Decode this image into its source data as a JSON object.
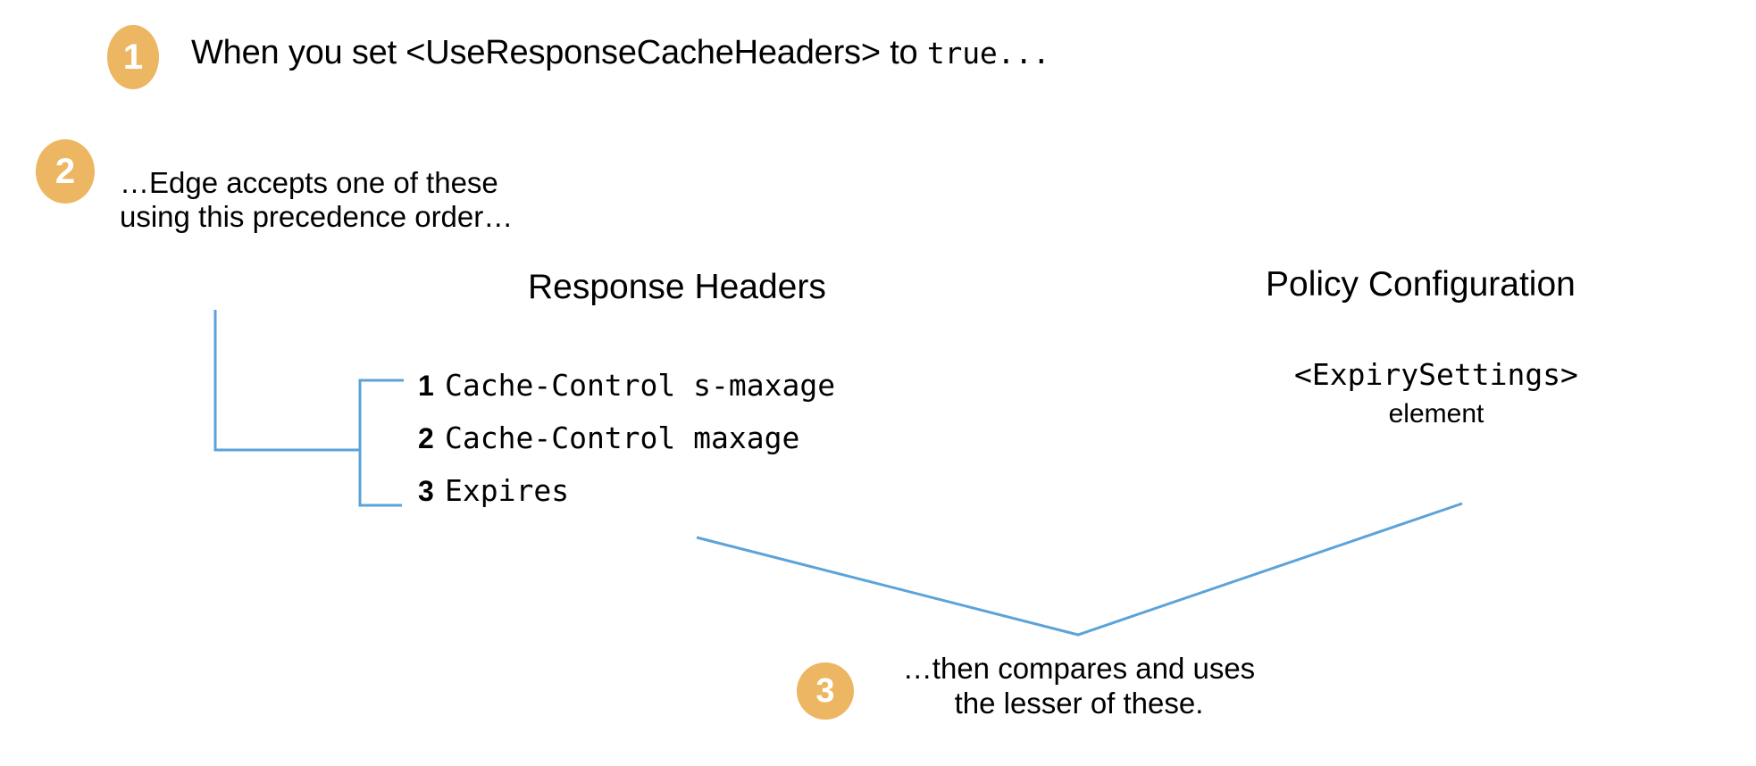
{
  "diagram": {
    "title_hidden": "",
    "accent_color": "#edb662",
    "connector_color": "#5ba3d9",
    "text_color": "#000000",
    "background": "#ffffff"
  },
  "steps": [
    {
      "number": "1",
      "text_prefix": "When you set <UseResponseCacheHeaders> to ",
      "text_mono": "true..."
    },
    {
      "number": "2",
      "text": "…Edge accepts one of these using this precedence order…"
    },
    {
      "number": "3",
      "line1": "…then compares and uses",
      "line2": "the lesser of these."
    }
  ],
  "columns": {
    "response_headers": {
      "header": "Response Headers",
      "items": [
        {
          "rank": "1",
          "value": "Cache-Control s-maxage"
        },
        {
          "rank": "2",
          "value": "Cache-Control maxage"
        },
        {
          "rank": "3",
          "value": "Expires"
        }
      ]
    },
    "policy_configuration": {
      "header": "Policy Configuration",
      "tag": "<ExpirySettings>",
      "descriptor": "element"
    }
  }
}
